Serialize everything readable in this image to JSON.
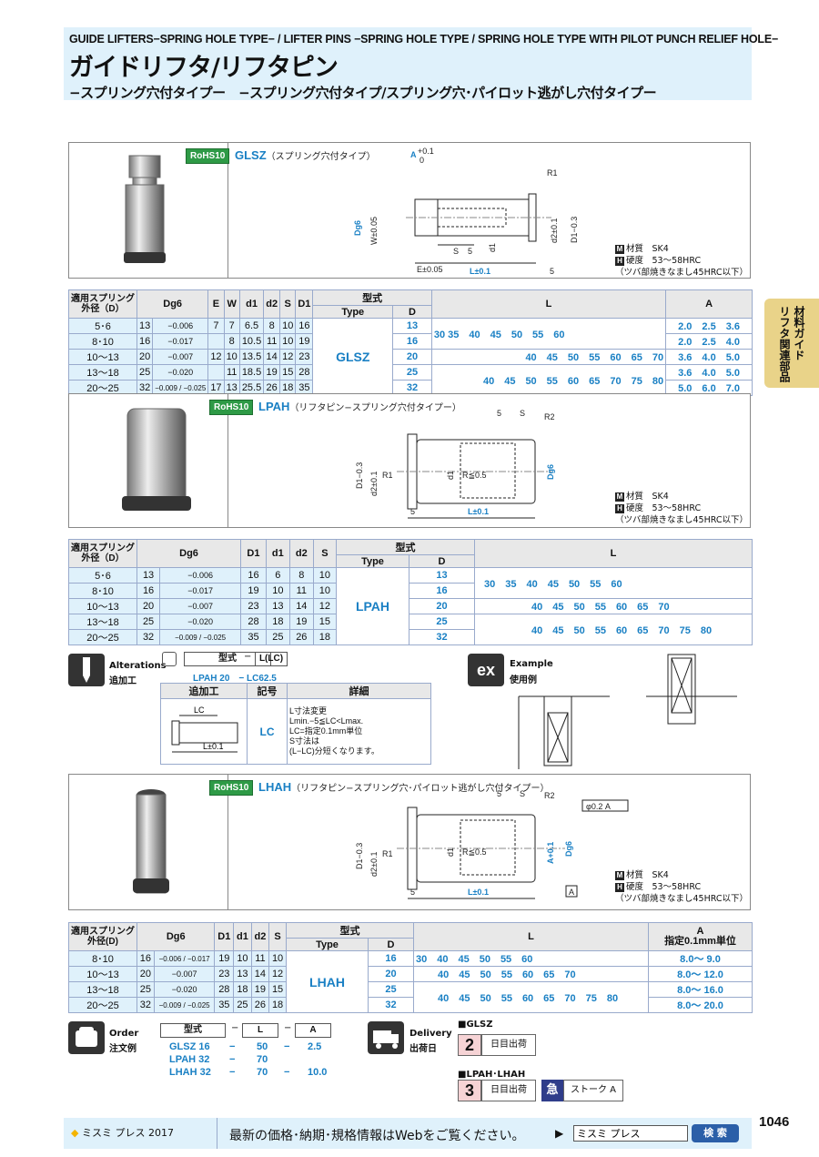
{
  "header": {
    "en_title": "GUIDE LIFTERS−SPRING HOLE TYPE− / LIFTER PINS −SPRING HOLE TYPE / SPRING HOLE TYPE WITH PILOT PUNCH RELIEF HOLE−",
    "ja_title": "ガイドリフタ/リフタピン",
    "ja_subtitle": "−スプリング穴付タイプー　−スプリング穴付タイプ/スプリング穴･パイロット逃がし穴付タイプー"
  },
  "side_tab": {
    "line1": "材料ガイド",
    "line2": "リフタ関連部品"
  },
  "rohs_label": "RoHS10",
  "material_notes": {
    "m_label": "M",
    "h_label": "H",
    "material": "材質　SK4",
    "hardness": "硬度　53〜58HRC",
    "hardness_note": "（ツバ部焼きなまし45HRC以下）"
  },
  "glsz": {
    "title": "GLSZ",
    "subtitle": "（スプリング穴付タイプ）",
    "headers": {
      "spring": "適用スプリング",
      "spring2": "外径（D）",
      "dg6": "Dg6",
      "e": "E",
      "w": "W",
      "d1": "d1",
      "d2": "d2",
      "s": "S",
      "D1": "D1",
      "type_ja": "型式",
      "type_en": "Type",
      "d": "D",
      "l": "L",
      "a": "A"
    },
    "type": "GLSZ",
    "rows": [
      {
        "spring": "5･6",
        "dg6": "13",
        "tol": "−0.006",
        "e": "7",
        "w": "7",
        "d1": "6.5",
        "d2": "8",
        "s": "10",
        "D1": "16",
        "D": "13",
        "l": "30 35　40　45　50　55　60",
        "a": "2.0　2.5　3.6"
      },
      {
        "spring": "8･10",
        "dg6": "16",
        "tol": "−0.017",
        "e": "",
        "w": "8",
        "d1": "10.5",
        "d2": "11",
        "s": "10",
        "D1": "19",
        "D": "16",
        "l": "",
        "a": "2.0　2.5　4.0"
      },
      {
        "spring": "10〜13",
        "dg6": "20",
        "tol": "−0.007",
        "e": "12",
        "w": "10",
        "d1": "13.5",
        "d2": "14",
        "s": "12",
        "D1": "23",
        "D": "20",
        "l": "40　45　50　55　60　65　70",
        "a": "3.6　4.0　5.0"
      },
      {
        "spring": "13〜18",
        "dg6": "25",
        "tol": "−0.020",
        "e": "",
        "w": "11",
        "d1": "18.5",
        "d2": "19",
        "s": "15",
        "D1": "28",
        "D": "25",
        "l": "40　45　50　55　60　65　70　75　80",
        "a": "3.6　4.0　5.0"
      },
      {
        "spring": "20〜25",
        "dg6": "32",
        "tol": "−0.009 / −0.025",
        "e": "17",
        "w": "13",
        "d1": "25.5",
        "d2": "26",
        "s": "18",
        "D1": "35",
        "D": "32",
        "l": "",
        "a": "5.0　6.0　7.0"
      }
    ]
  },
  "lpah": {
    "title": "LPAH",
    "subtitle": "（リフタピン−スプリング穴付タイプー）",
    "example": "Example",
    "headers": {
      "spring": "適用スプリング",
      "spring2": "外径（D）",
      "dg6": "Dg6",
      "D1": "D1",
      "d1": "d1",
      "d2": "d2",
      "s": "S",
      "type_ja": "型式",
      "type_en": "Type",
      "d": "D",
      "l": "L"
    },
    "type": "LPAH",
    "rows": [
      {
        "spring": "5･6",
        "dg6": "13",
        "tol": "−0.006",
        "D1": "16",
        "d1": "6",
        "d2": "8",
        "s": "10",
        "D": "13",
        "l": "30　35　40　45　50　55　60"
      },
      {
        "spring": "8･10",
        "dg6": "16",
        "tol": "−0.017",
        "D1": "19",
        "d1": "10",
        "d2": "11",
        "s": "10",
        "D": "16",
        "l": ""
      },
      {
        "spring": "10〜13",
        "dg6": "20",
        "tol": "−0.007",
        "D1": "23",
        "d1": "13",
        "d2": "14",
        "s": "12",
        "D": "20",
        "l": "40　45　50　55　60　65　70"
      },
      {
        "spring": "13〜18",
        "dg6": "25",
        "tol": "−0.020",
        "D1": "28",
        "d1": "18",
        "d2": "19",
        "s": "15",
        "D": "25",
        "l": "40　45　50　55　60　65　70　75　80"
      },
      {
        "spring": "20〜25",
        "dg6": "32",
        "tol": "−0.009 / −0.025",
        "D1": "35",
        "d1": "25",
        "d2": "26",
        "s": "18",
        "D": "32",
        "l": ""
      }
    ]
  },
  "alterations": {
    "label_en": "Alterations",
    "label_ja": "追加工",
    "code_head": "型式",
    "code_dash": "−",
    "code_lc": "L(LC)",
    "code_example": "LPAH 20　− LC62.5",
    "col_alt": "追加工",
    "col_code": "記号",
    "col_detail": "詳細",
    "code": "LC",
    "detail_1": "L寸法変更",
    "detail_2": "Lmin.−5≦LC<Lmax.",
    "detail_3": "LC=指定0.1mm単位",
    "detail_4": "S寸法は",
    "detail_5": "(L−LC)分短くなります。"
  },
  "example": {
    "label_en": "Example",
    "label_ja": "使用例"
  },
  "lhah": {
    "title": "LHAH",
    "subtitle": "（リフタピン−スプリング穴･パイロット逃がし穴付タイプー）",
    "headers": {
      "spring": "適用スプリング",
      "spring2": "外径(D)",
      "dg6": "Dg6",
      "D1": "D1",
      "d1": "d1",
      "d2": "d2",
      "s": "S",
      "type_ja": "型式",
      "type_en": "Type",
      "d": "D",
      "l": "L",
      "a": "A",
      "a_note": "指定0.1mm単位"
    },
    "type": "LHAH",
    "rows": [
      {
        "spring": "8･10",
        "dg6": "16",
        "tol": "−0.006 / −0.017",
        "D1": "19",
        "d1": "10",
        "d2": "11",
        "s": "10",
        "D": "16",
        "l": "30　40　45　50　55　60",
        "a": "8.0〜  9.0"
      },
      {
        "spring": "10〜13",
        "dg6": "20",
        "tol": "−0.007",
        "D1": "23",
        "d1": "13",
        "d2": "14",
        "s": "12",
        "D": "20",
        "l": "40　45　50　55　60　65　70",
        "a": "8.0〜 12.0"
      },
      {
        "spring": "13〜18",
        "dg6": "25",
        "tol": "−0.020",
        "D1": "28",
        "d1": "18",
        "d2": "19",
        "s": "15",
        "D": "25",
        "l": "40　45　50　55　60　65　70　75　80",
        "a": "8.0〜 16.0"
      },
      {
        "spring": "20〜25",
        "dg6": "32",
        "tol": "−0.009 / −0.025",
        "D1": "35",
        "d1": "25",
        "d2": "26",
        "s": "18",
        "D": "32",
        "l": "",
        "a": "8.0〜 20.0"
      }
    ]
  },
  "order": {
    "label_en": "Order",
    "label_ja": "注文例",
    "h_type": "型式",
    "h_l": "L",
    "h_a": "A",
    "dash": "−",
    "rows": [
      {
        "type": "GLSZ 16",
        "l": "50",
        "a": "2.5"
      },
      {
        "type": "LPAH 32",
        "l": "70",
        "a": ""
      },
      {
        "type": "LHAH 32",
        "l": "70",
        "a": "10.0"
      }
    ]
  },
  "delivery": {
    "label_en": "Delivery",
    "label_ja": "出荷日",
    "glsz_label": "■GLSZ",
    "glsz_days": "2",
    "glsz_text": "日目出荷",
    "lp_label": "■LPAH･LHAH",
    "lp_days": "3",
    "lp_text": "日目出荷",
    "express": "急",
    "stroke": "ストーク A"
  },
  "page_number": "1046",
  "footer": {
    "brand": "ミスミ プレス 2017",
    "message": "最新の価格･納期･規格情報はWebをご覧ください。",
    "search_value": "ミスミ プレス",
    "search_button": "検 索"
  },
  "drawing": {
    "A": "A",
    "tolA": "+0.1",
    "tolA0": "0",
    "R1": "R1",
    "R2": "R2",
    "Dg6": "Dg6",
    "W": "W±0.05",
    "d2": "d2±0.1",
    "D1": "D1−0.3",
    "S": "S",
    "five": "5",
    "d1": "d1",
    "E": "E±0.05",
    "L": "L±0.1",
    "R05": "R≦0.5",
    "flat": "φ0.2 A",
    "A01": "A+0.1"
  }
}
